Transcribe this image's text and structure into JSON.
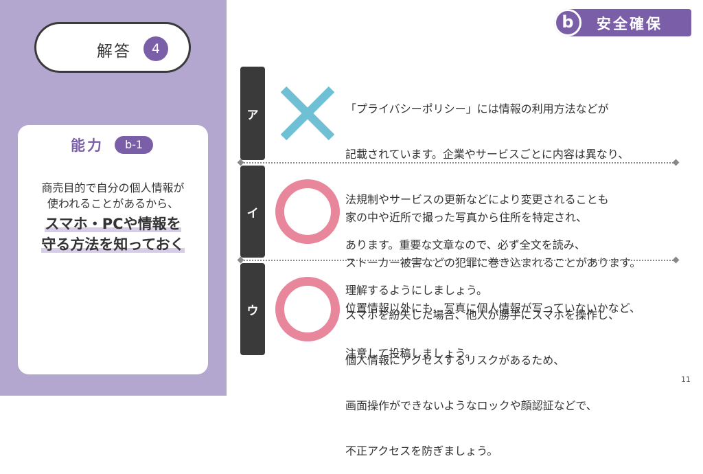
{
  "answer": {
    "label": "解答",
    "number": "4"
  },
  "ability": {
    "title": "能力",
    "badge": "b-1",
    "desc_line1": "商売目的で自分の個人情報が",
    "desc_line2": "使われることがあるから、",
    "emph_line1": "スマホ・PCや情報を",
    "emph_line2": "守る方法を知っておく"
  },
  "topic": {
    "letter": "b",
    "title": "安全確保"
  },
  "rows": [
    {
      "tab": "ア",
      "mark": "cross-icon",
      "lines": [
        "「プライバシーポリシー」には情報の利用方法などが",
        "記載されています。企業やサービスごとに内容は異なり、",
        "法規制やサービスの更新などにより変更されることも",
        "あります。重要な文章なので、必ず全文を読み、",
        "理解するようにしましょう。"
      ]
    },
    {
      "tab": "イ",
      "mark": "circle-icon",
      "lines": [
        "家の中や近所で撮った写真から住所を特定され、",
        "ストーカー被害などの犯罪に巻き込まれることがあります。",
        "位置情報以外にも、写真に個人情報が写っていないかなど、",
        "注意して投稿しましょう。"
      ]
    },
    {
      "tab": "ウ",
      "mark": "circle-icon",
      "lines": [
        "スマホを紛失した場合、他人が勝手にスマホを操作し、",
        "個人情報にアクセスするリスクがあるため、",
        "画面操作ができないようなロックや顔認証などで、",
        "不正アクセスを防ぎましょう。"
      ]
    }
  ],
  "colors": {
    "accent": "#7a5fa8",
    "panel": "#b3a6cf",
    "cross": "#6fc0d4",
    "circle": "#e8879c"
  },
  "page_number": "11"
}
